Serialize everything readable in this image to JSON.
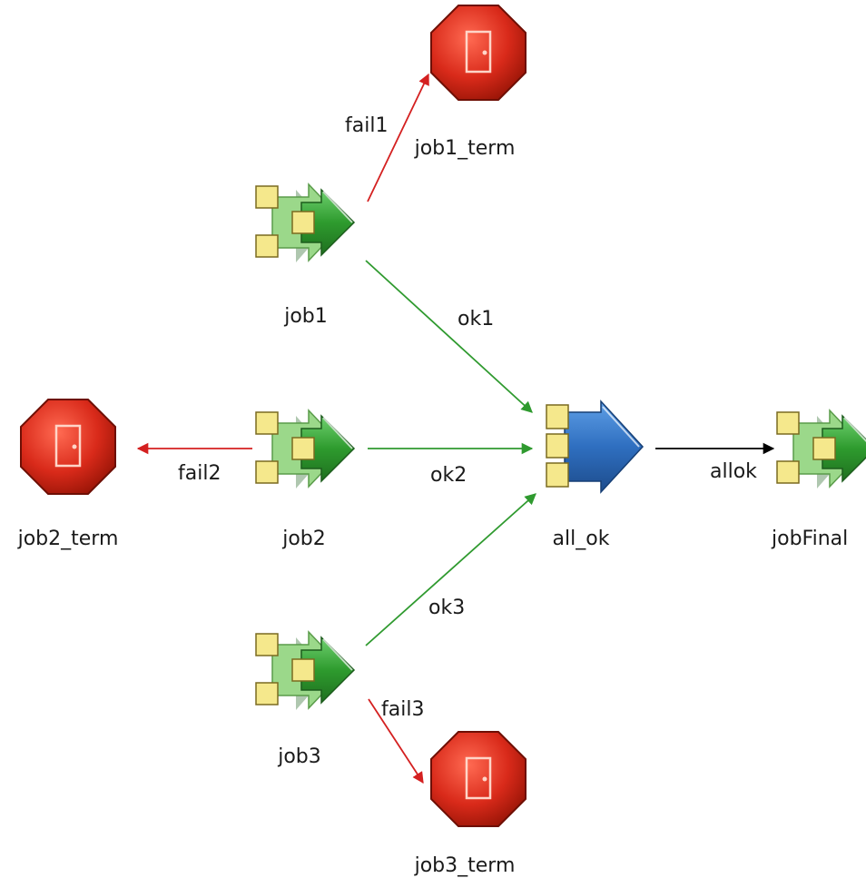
{
  "nodes": {
    "job1": {
      "label": "job1",
      "kind": "job-icon"
    },
    "job2": {
      "label": "job2",
      "kind": "job-icon"
    },
    "job3": {
      "label": "job3",
      "kind": "job-icon"
    },
    "all_ok": {
      "label": "all_ok",
      "kind": "join-icon"
    },
    "jobFinal": {
      "label": "jobFinal",
      "kind": "job-icon"
    },
    "job1_term": {
      "label": "job1_term",
      "kind": "terminate-icon"
    },
    "job2_term": {
      "label": "job2_term",
      "kind": "terminate-icon"
    },
    "job3_term": {
      "label": "job3_term",
      "kind": "terminate-icon"
    }
  },
  "edges": {
    "fail1": {
      "label": "fail1",
      "from": "job1",
      "to": "job1_term",
      "color": "#d42020"
    },
    "ok1": {
      "label": "ok1",
      "from": "job1",
      "to": "all_ok",
      "color": "#2f9a2f"
    },
    "fail2": {
      "label": "fail2",
      "from": "job2",
      "to": "job2_term",
      "color": "#d42020"
    },
    "ok2": {
      "label": "ok2",
      "from": "job2",
      "to": "all_ok",
      "color": "#2f9a2f"
    },
    "ok3": {
      "label": "ok3",
      "from": "job3",
      "to": "all_ok",
      "color": "#2f9a2f"
    },
    "fail3": {
      "label": "fail3",
      "from": "job3",
      "to": "job3_term",
      "color": "#d42020"
    },
    "allok": {
      "label": "allok",
      "from": "all_ok",
      "to": "jobFinal",
      "color": "#000000"
    }
  },
  "colors": {
    "job_arrow": "#2e9b2e",
    "join_arrow": "#2f6fc0",
    "stop_sign": "#d92a1a",
    "port_box": "#f5e88c"
  }
}
